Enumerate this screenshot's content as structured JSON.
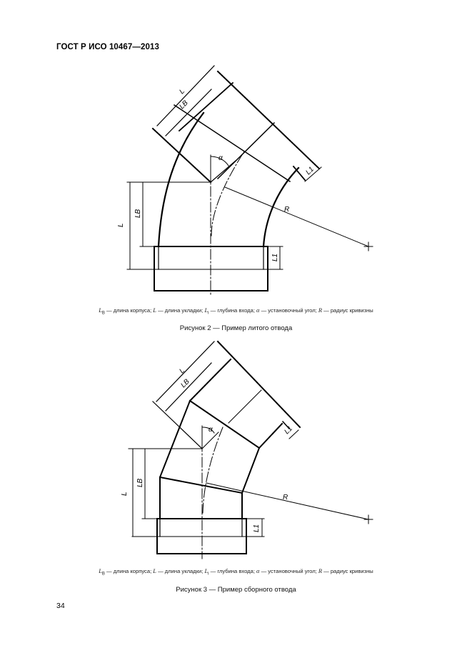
{
  "header": {
    "standard_code": "ГОСТ Р ИСО 10467—2013"
  },
  "figure2": {
    "labels": {
      "L": "L",
      "LB": "LB",
      "L1": "L1",
      "alpha": "α",
      "R": "R"
    },
    "legend": {
      "lb_sym": "L",
      "lb_sub": "B",
      "lb_text": " — длина корпуса; ",
      "l_sym": "L",
      "l_text": " — длина укладки; ",
      "li_sym": "L",
      "li_sub": "i",
      "li_text": " — глубина входа; ",
      "alpha_sym": "α",
      "alpha_text": " — установочный угол; ",
      "r_sym": "R",
      "r_text": " — радиус кривизны"
    },
    "caption": "Рисунок 2 — Пример литого отвода"
  },
  "figure3": {
    "labels": {
      "L": "L",
      "LB": "LB",
      "L1": "L1",
      "alpha": "α",
      "R": "R"
    },
    "legend": {
      "lb_sym": "L",
      "lb_sub": "B",
      "lb_text": " — длина корпуса; ",
      "l_sym": "L",
      "l_text": " — длина укладки; ",
      "li_sym": "L",
      "li_sub": "i",
      "li_text": " — глубина входа; ",
      "alpha_sym": "α",
      "alpha_text": " — установочный угол; ",
      "r_sym": "R",
      "r_text": " — радиус кривизны"
    },
    "caption": "Рисунок 3 — Пример сборного отвода"
  },
  "footer": {
    "page_number": "34"
  }
}
